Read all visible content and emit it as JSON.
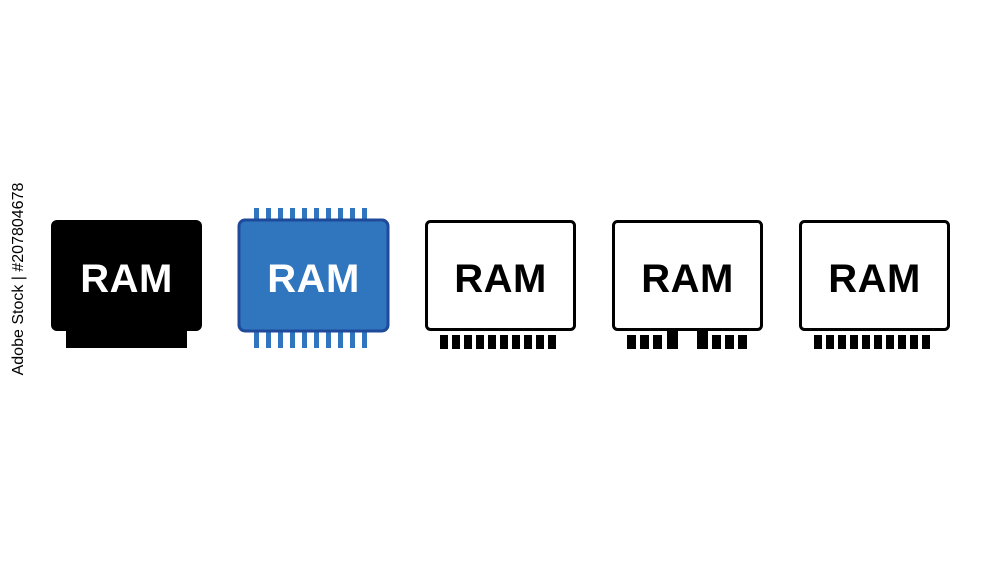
{
  "stock_id": "Adobe Stock | #207804678",
  "icons": [
    {
      "name": "ram-solid-icon",
      "label": "RAM",
      "style": "solid"
    },
    {
      "name": "ram-chip-blue-icon",
      "label": "RAM",
      "style": "colored"
    },
    {
      "name": "ram-outline-icon",
      "label": "RAM",
      "style": "outline"
    },
    {
      "name": "ram-outline-split-icon",
      "label": "RAM",
      "style": "outline-split"
    },
    {
      "name": "ram-outline-thin-icon",
      "label": "RAM",
      "style": "outline-thin"
    }
  ],
  "colors": {
    "black": "#000000",
    "blue_fill": "#2f76bf",
    "blue_border": "#1f4a9a",
    "white": "#ffffff"
  }
}
